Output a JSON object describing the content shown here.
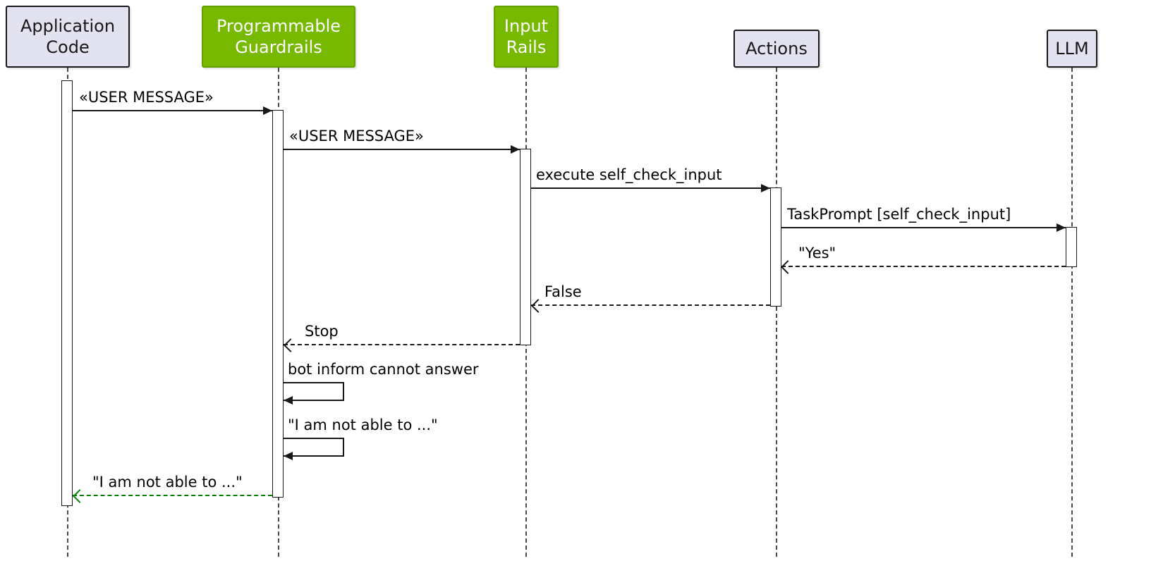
{
  "participants": [
    "Application Code",
    "Programmable Guardrails",
    "Input Rails",
    "Actions",
    "LLM"
  ],
  "messages": [
    "«USER MESSAGE»",
    "«USER MESSAGE»",
    "execute self_check_input",
    "TaskPrompt [self_check_input]",
    "\"Yes\"",
    "False",
    "Stop",
    "bot inform cannot answer",
    "\"I am not able to ...\"",
    "\"I am not able to ...\""
  ],
  "colors": {
    "participant_fill": "#E2E2F0",
    "participant_green": "#76B900",
    "border": "#181818",
    "arrow": "#181818",
    "return_green": "#008000"
  }
}
